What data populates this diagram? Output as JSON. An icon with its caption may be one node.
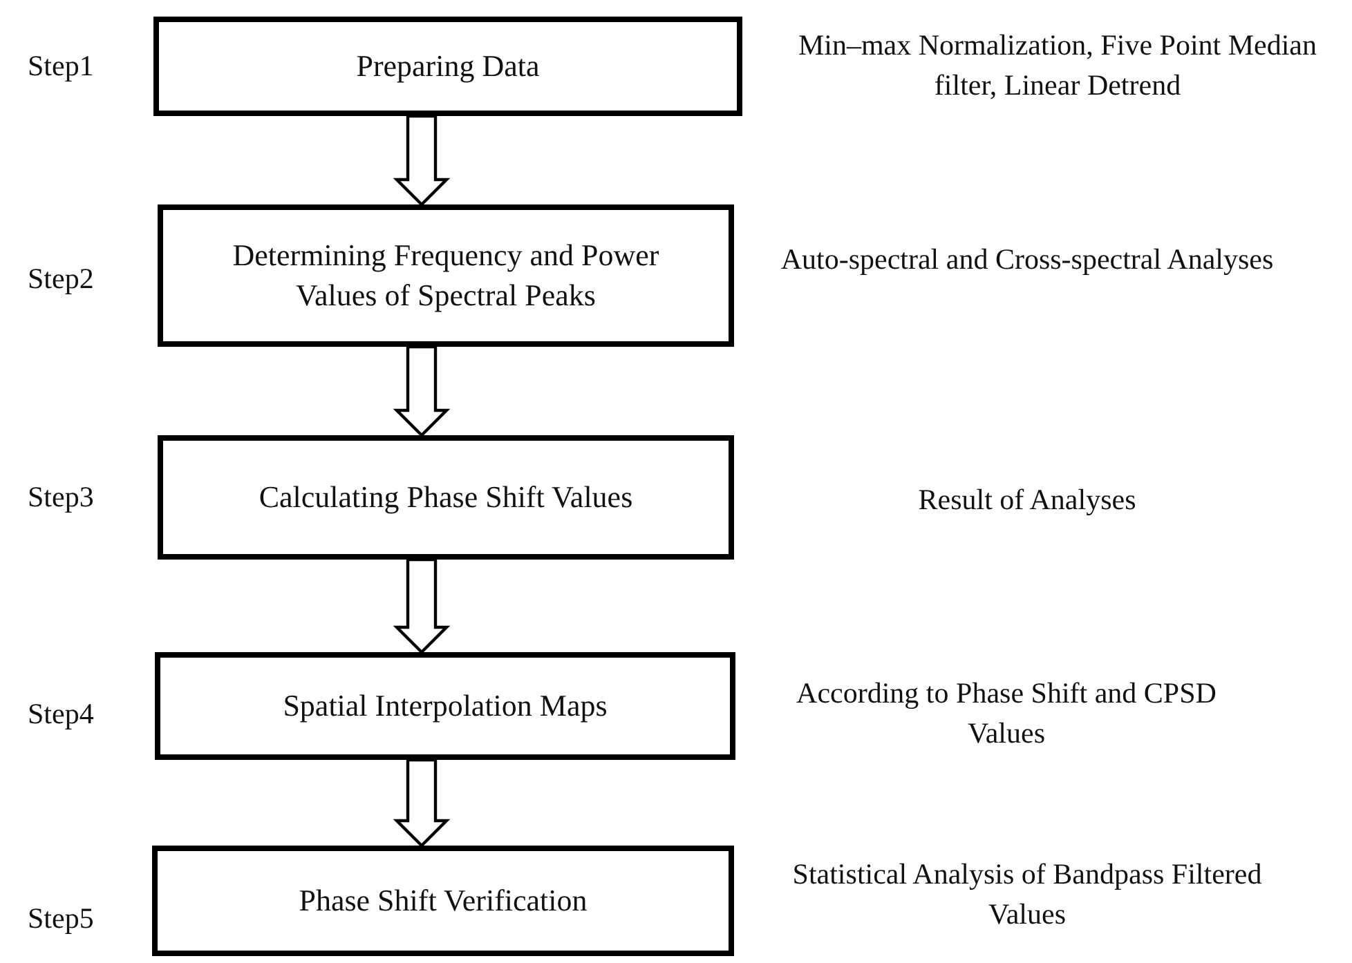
{
  "diagram": {
    "nodes": [
      {
        "text": [
          "Preparing Data"
        ],
        "beside": [
          "Step1"
        ]
      },
      {
        "text": [
          "Determining Frequency and Power Values of Spectral Peaks"
        ],
        "beside": [
          "Step2"
        ]
      },
      {
        "text": [
          "Calculating Phase Shift Values"
        ],
        "beside": [
          "Step3"
        ]
      },
      {
        "text": [
          "Spatial Interpolation Maps"
        ],
        "beside": [
          "Step4"
        ]
      },
      {
        "text": [
          "Phase Shift Verification"
        ],
        "beside": [
          "Step5"
        ]
      }
    ],
    "edges": [
      {
        "from": 0,
        "to": 1,
        "arrow": "to"
      },
      {
        "from": 1,
        "to": 2,
        "arrow": "to"
      },
      {
        "from": 2,
        "to": 3,
        "arrow": "to"
      },
      {
        "from": 3,
        "to": 4,
        "arrow": "to"
      }
    ],
    "labels": [
      "Min–max Normalization, Five Point Median filter, Linear Detrend",
      "Auto-spectral and Cross-spectral Analyses",
      "Result of Analyses",
      "According to Phase Shift and CPSD Values",
      "Statistical Analysis of Bandpass Filtered Values"
    ]
  }
}
